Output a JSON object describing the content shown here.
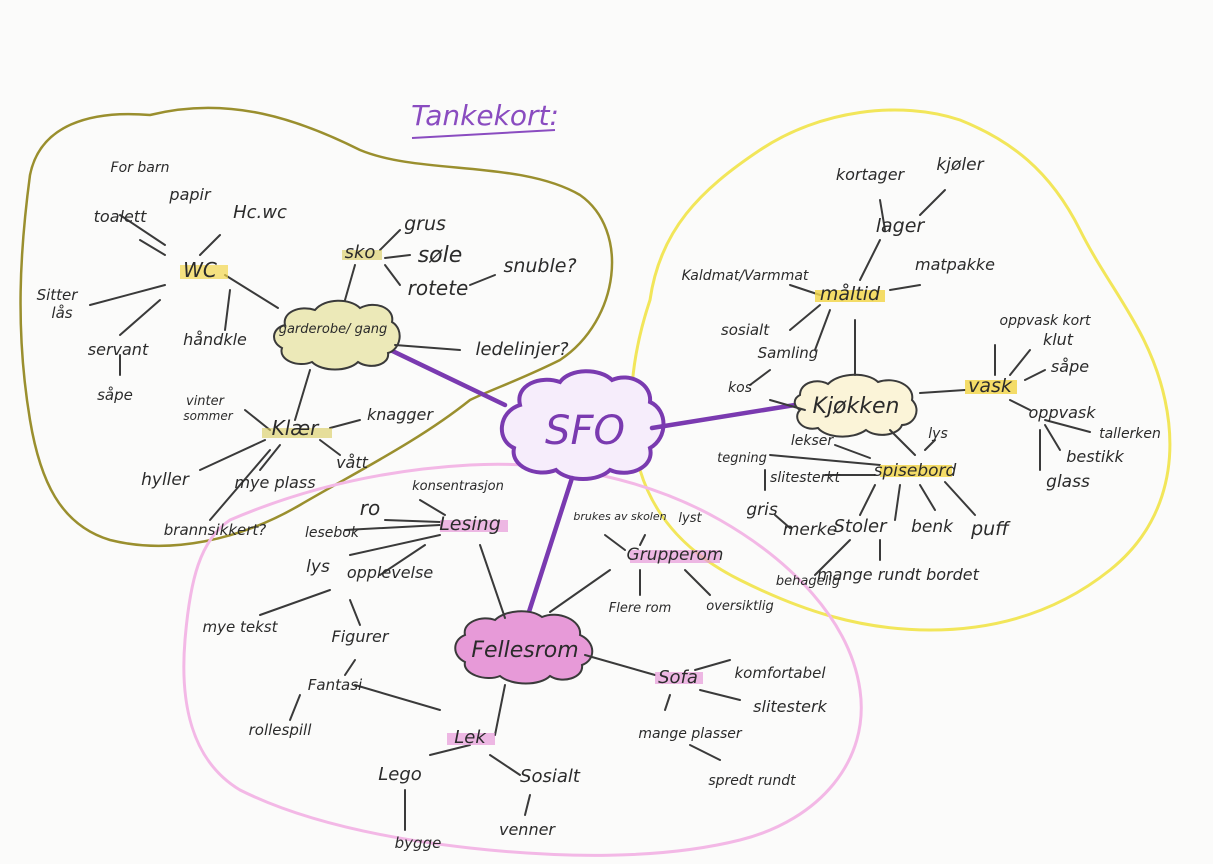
{
  "title": "Tankekort:",
  "center": "SFO",
  "colors": {
    "olive_region": "#9a8f2e",
    "yellow_region": "#f2e65a",
    "pink_region": "#f3b8e6",
    "purple": "#7a3ab0",
    "yellow_highlight": "#f2d64c",
    "pink_highlight": "#e79ad8"
  },
  "garderobe": {
    "hub": "garderobe/ gang",
    "wc": "WC",
    "forbarn": "For barn",
    "toalett": "toalett",
    "papir": "papir",
    "hcwc": "Hc.wc",
    "sitter": "Sitter",
    "las": "lås",
    "servant": "servant",
    "handkle": "håndkle",
    "sape": "såpe",
    "sko": "sko",
    "grus": "grus",
    "sole": "søle",
    "rotete": "rotete",
    "snuble": "snuble?",
    "ledelinjer": "ledelinjer?",
    "klaer": "Klær",
    "vinter": "vinter",
    "sommer": "sommer",
    "knagger": "knagger",
    "vatt": "vått",
    "hyller": "hyller",
    "mye_plass": "mye plass",
    "brannsikkert": "brannsikkert?"
  },
  "kjokken": {
    "hub": "Kjøkken",
    "maltid": "måltid",
    "kjoleskap": "kjøler",
    "kortager": "kortager",
    "lager": "lager",
    "kaldmat": "Kaldmat/Varmmat",
    "matpakke": "matpakke",
    "sosialt": "sosialt",
    "samling": "Samling",
    "kos": "kos",
    "vask": "vask",
    "oppvaskkort": "oppvask kort",
    "klut": "klut",
    "sape": "såpe",
    "oppvask": "oppvask",
    "tallerken": "tallerken",
    "bestikk": "bestikk",
    "glass": "glass",
    "spisebord": "spisebord",
    "lekser": "lekser",
    "lys": "lys",
    "tegning": "tegning",
    "slitesterkt": "slitesterkt",
    "gris": "gris",
    "merke": "merke",
    "stoler": "Stoler",
    "benk": "benk",
    "puff": "puff",
    "behagelig": "behagelig",
    "mange_rundt": "mange rundt bordet"
  },
  "fellesrom": {
    "hub": "Fellesrom",
    "lesing": "Lesing",
    "ro": "ro",
    "konsentrasjon": "konsentrasjon",
    "lesebok": "lesebok",
    "lys": "lys",
    "opplevelse": "opplevelse",
    "mye_tekst": "mye tekst",
    "figurer": "Figurer",
    "fantasi": "Fantasi",
    "rollespill": "rollespill",
    "lek": "Lek",
    "lego": "Lego",
    "bygge": "bygge",
    "sosialt": "Sosialt",
    "venner": "venner",
    "grupperom": "Grupperom",
    "brukes": "brukes av skolen",
    "lyst": "lyst",
    "flere_rom": "Flere rom",
    "oversiktlig": "oversiktlig",
    "sofa": "Sofa",
    "komfortabel": "komfortabel",
    "slitesterk": "slitesterk",
    "mange_plasser": "mange plasser",
    "spredt": "spredt rundt"
  }
}
